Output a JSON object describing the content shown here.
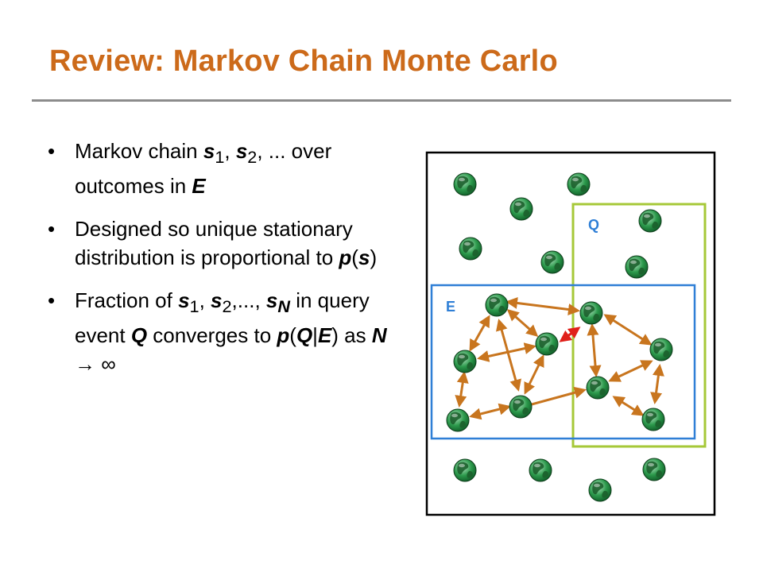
{
  "title": "Review: Markov Chain Monte Carlo",
  "bullet_symbol": "•",
  "bullets": [
    {
      "id": "chain",
      "html": "Markov chain <b><i>s</i></b><sub>1</sub>, <b><i>s</i></b><sub>2</sub>, ... over outcomes in <b><i>E</i></b>"
    },
    {
      "id": "stationary",
      "html": "Designed so unique stationary distribution is proportional to <b><i>p</i></b>(<b><i>s</i></b>)"
    },
    {
      "id": "fraction",
      "html": "Fraction of <b><i>s</i></b><sub>1</sub>, <b><i>s</i></b><sub>2</sub>,..., <b><i>s</i></b><sub><b><i>N</i></b></sub> in query event <b><i>Q</i></b> converges to <b><i>p</i></b>(<b><i>Q</i></b>|<b><i>E</i></b>) as <b><i>N</i></b> &rarr; &infin;"
    }
  ],
  "diagram": {
    "labels": {
      "query_region": "Q",
      "evidence_region": "E"
    },
    "colors": {
      "query_region": "#a6c838",
      "evidence_region": "#2f7fd6",
      "transition_arrow": "#c8751e",
      "highlighted_arrow": "#e0201a",
      "outer_frame": "#000000"
    },
    "icon": "globe-icon"
  }
}
